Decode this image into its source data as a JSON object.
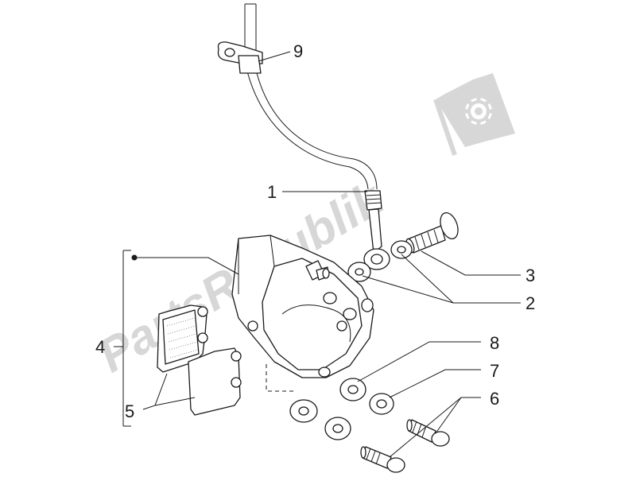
{
  "watermark": {
    "text": "PartsRepublik",
    "color": "#d7d7d7",
    "icon": "gear-icon"
  },
  "callouts": [
    {
      "id": "1",
      "label": "1"
    },
    {
      "id": "2",
      "label": "2"
    },
    {
      "id": "3",
      "label": "3"
    },
    {
      "id": "4",
      "label": "4"
    },
    {
      "id": "5",
      "label": "5"
    },
    {
      "id": "6",
      "label": "6"
    },
    {
      "id": "7",
      "label": "7"
    },
    {
      "id": "8",
      "label": "8"
    },
    {
      "id": "9",
      "label": "9"
    }
  ]
}
